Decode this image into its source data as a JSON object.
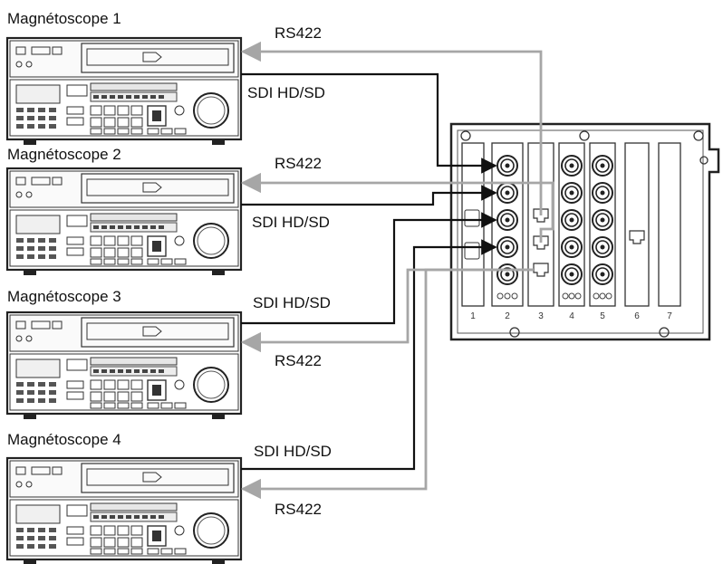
{
  "vtrs": [
    {
      "title": "Magnétoscope 1"
    },
    {
      "title": "Magnétoscope 2"
    },
    {
      "title": "Magnétoscope 3"
    },
    {
      "title": "Magnétoscope 4"
    }
  ],
  "signals": {
    "rs422": "RS422",
    "sdi": "SDI HD/SD"
  },
  "slots": [
    "1",
    "2",
    "3",
    "4",
    "5",
    "6",
    "7"
  ],
  "colors": {
    "sdi_cable": "#111111",
    "rs422_cable": "#a6a6a6"
  }
}
